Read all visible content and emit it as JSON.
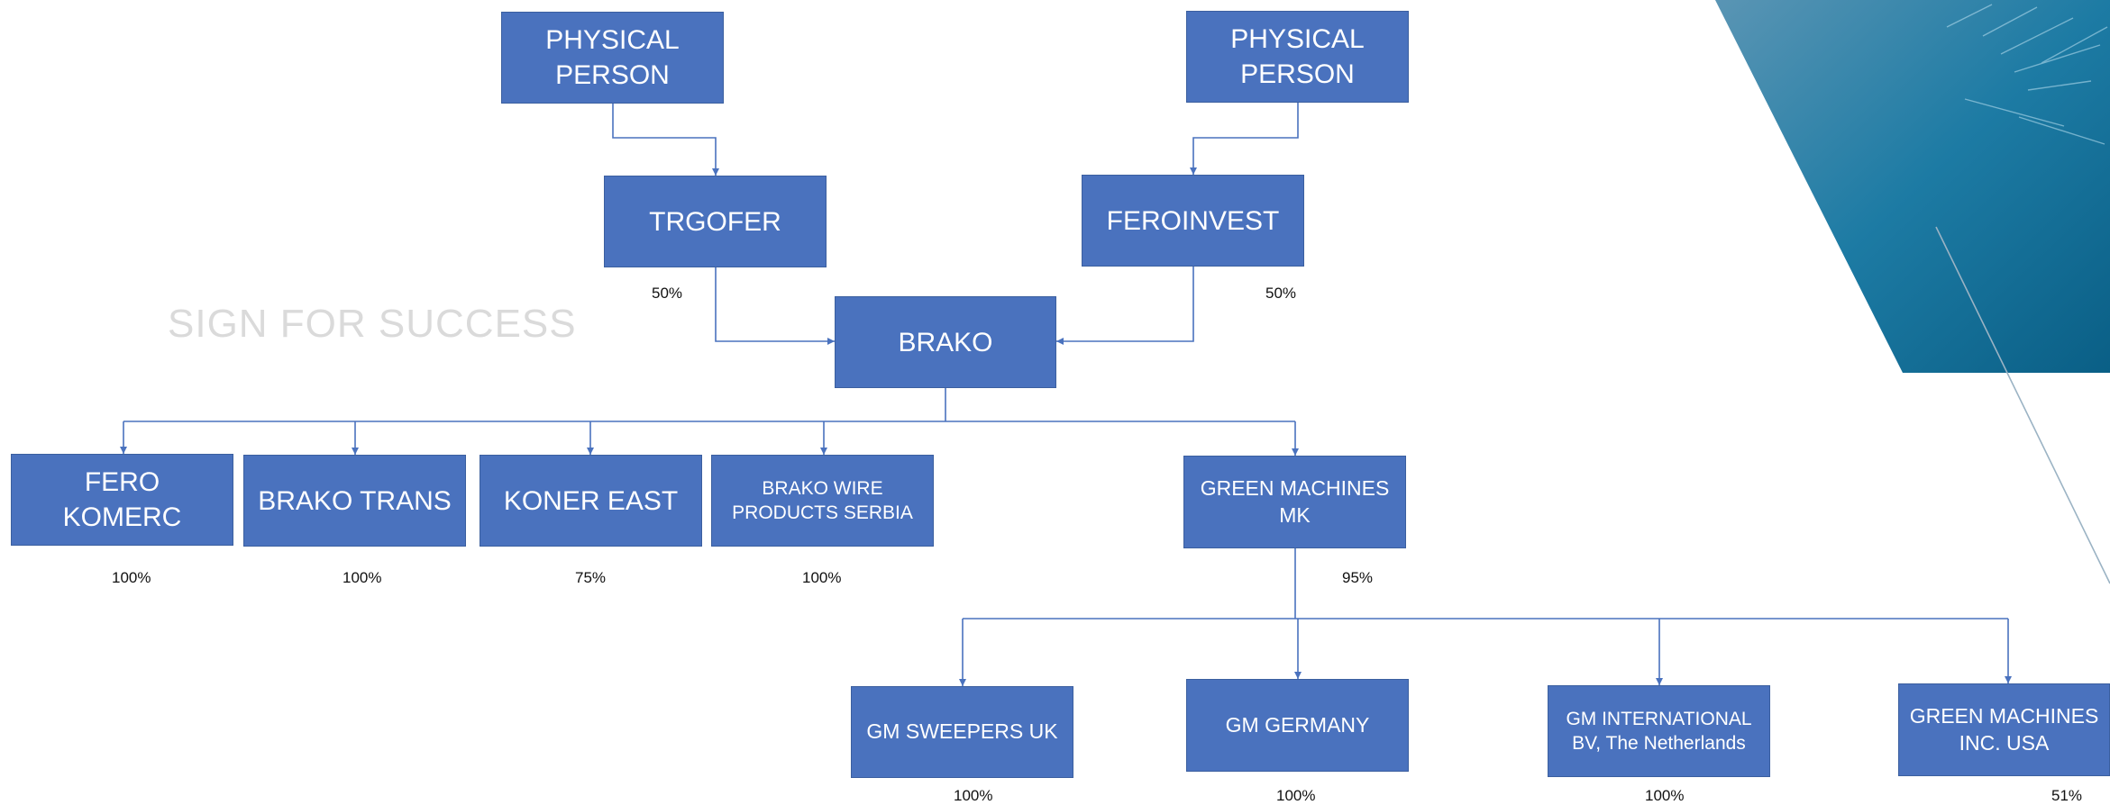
{
  "watermark": "SIGN FOR SUCCESS",
  "colors": {
    "box_fill": "#4a72be",
    "box_border": "#3b5f9f",
    "connector": "#4a72be",
    "corner_image": "#0f6a93"
  },
  "nodes": {
    "physical_person_left": {
      "line1": "PHYSICAL",
      "line2": "PERSON"
    },
    "physical_person_right": {
      "line1": "PHYSICAL",
      "line2": "PERSON"
    },
    "trgofer": {
      "label": "TRGOFER",
      "share": "50%"
    },
    "feroinvest": {
      "label": "FEROINVEST",
      "share": "50%"
    },
    "brako": {
      "label": "BRAKO"
    },
    "fero_komerc": {
      "line1": "FERO",
      "line2": "KOMERC",
      "share": "100%"
    },
    "brako_trans": {
      "label": "BRAKO TRANS",
      "share": "100%"
    },
    "koner_east": {
      "label": "KONER EAST",
      "share": "75%"
    },
    "brako_wire": {
      "line1": "BRAKO WIRE",
      "line2": "PRODUCTS SERBIA",
      "share": "100%"
    },
    "green_machines_mk": {
      "line1": "GREEN MACHINES",
      "line2": "MK",
      "share": "95%"
    },
    "gm_sweepers_uk": {
      "label": "GM SWEEPERS UK",
      "share": "100%"
    },
    "gm_germany": {
      "label": "GM GERMANY",
      "share": "100%"
    },
    "gm_international": {
      "line1": "GM INTERNATIONAL",
      "line2": "BV, The Netherlands",
      "share": "100%"
    },
    "green_machines_usa": {
      "line1": "GREEN MACHINES",
      "line2": "INC. USA",
      "share": "51%"
    }
  }
}
